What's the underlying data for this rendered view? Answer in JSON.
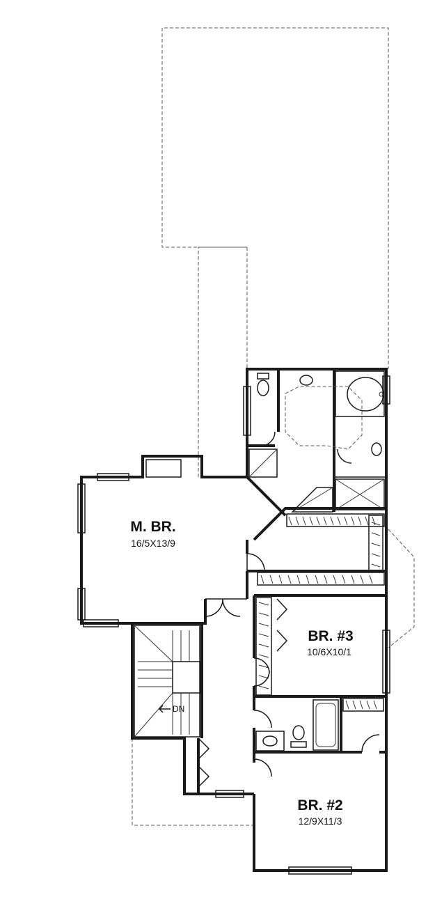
{
  "rooms": {
    "master": {
      "name": "M. BR.",
      "dims": "16/5X13/9"
    },
    "br3": {
      "name": "BR. #3",
      "dims": "10/6X10/1"
    },
    "br2": {
      "name": "BR. #2",
      "dims": "12/9X11/3"
    }
  },
  "stair": {
    "label": "DN"
  }
}
